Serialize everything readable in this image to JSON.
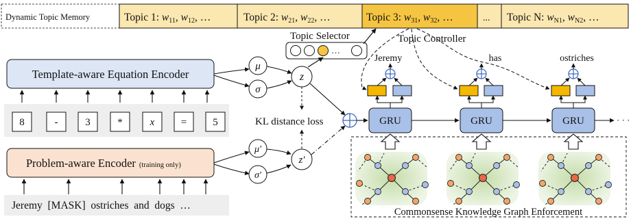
{
  "memory": {
    "label": "Dynamic Topic Memory",
    "topics": [
      {
        "prefix": "Topic 1: ",
        "w1": "w",
        "s1": "11",
        "w2": "w",
        "s2": "12",
        "tail": ", …",
        "highlight": false
      },
      {
        "prefix": "Topic 2: ",
        "w1": "w",
        "s1": "21",
        "w2": "w",
        "s2": "22",
        "tail": ", …",
        "highlight": false
      },
      {
        "prefix": "Topic 3: ",
        "w1": "w",
        "s1": "31",
        "w2": "w",
        "s2": "32",
        "tail": ", …",
        "highlight": true
      },
      {
        "ellipsis": "..."
      },
      {
        "prefix": "Topic N: ",
        "w1": "w",
        "s1": "N1",
        "w2": "w",
        "s2": "N2",
        "tail": ", …",
        "highlight": false
      }
    ]
  },
  "selector": {
    "label": "Topic Selector",
    "dots": "…"
  },
  "controller": {
    "label": "Topic Controller"
  },
  "equation_encoder": {
    "label": "Template-aware Equation Encoder",
    "tokens": [
      "8",
      "-",
      "3",
      "*",
      "x",
      "=",
      "5"
    ]
  },
  "problem_encoder": {
    "label": "Problem-aware Encoder",
    "note": "(training only)",
    "input": "Jeremy  [MASK]  ostriches  and  dogs  …"
  },
  "latent": {
    "mu": "μ",
    "sigma": "σ",
    "z": "z",
    "mu_p": "μ′",
    "sigma_p": "σ′",
    "z_p": "z′",
    "kl_label": "KL distance loss"
  },
  "decoder": {
    "cell_label": "GRU",
    "outputs": [
      "Jeremy",
      "has",
      "ostriches"
    ],
    "trailing": "· · ·"
  },
  "knowledge": {
    "label": "Commonsense Knowledge Graph Enforcement"
  },
  "colors": {
    "memory_fill": "#fbe7b0",
    "memory_highlight": "#f5c542",
    "encoder_blue": "#dce6f5",
    "encoder_orange": "#fbe2d0",
    "gru_fill": "#a9c1e8",
    "orange_node": "#f2a24c",
    "graph_bg": "#cfe3b8"
  }
}
